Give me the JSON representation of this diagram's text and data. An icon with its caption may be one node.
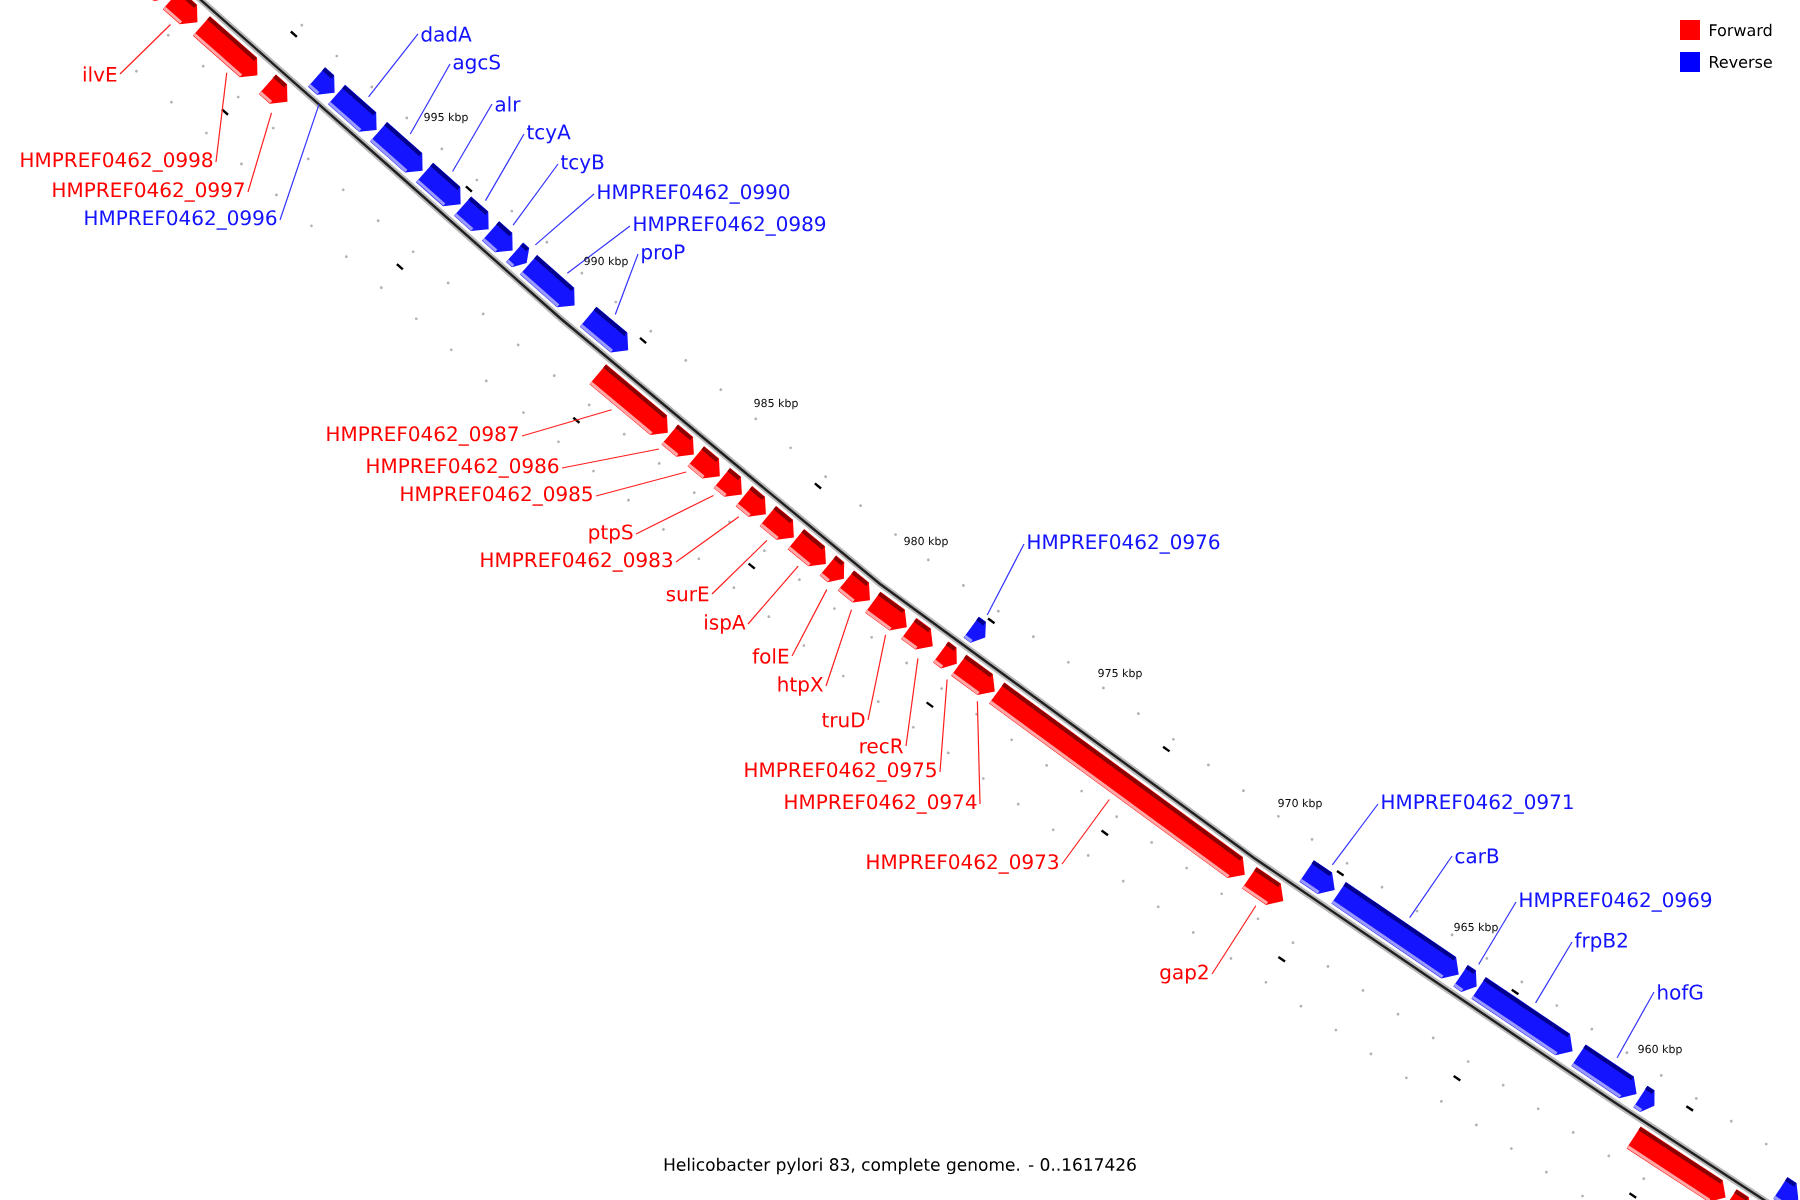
{
  "diagram": {
    "caption": "Helicobacter pylori 83, complete genome. - 0..1617426",
    "nodes": [
      {
        "text": [],
        "shape": "arrow"
      },
      {
        "text": [
          "ilvE"
        ]
      },
      {
        "text": [],
        "shape": "arrow"
      },
      {
        "text": [
          "HMPREF0462_0998"
        ]
      },
      {
        "text": [],
        "shape": "arrow"
      },
      {
        "text": [
          "HMPREF0462_0997"
        ]
      },
      {
        "text": [],
        "shape": "arrow"
      },
      {
        "text": [
          "HMPREF0462_0996"
        ]
      },
      {
        "text": [],
        "shape": "arrow"
      },
      {
        "text": [
          "dadA"
        ]
      },
      {
        "text": [],
        "shape": "arrow"
      },
      {
        "text": [
          "agcS"
        ]
      },
      {
        "text": [],
        "shape": "arrow"
      },
      {
        "text": [
          "alr"
        ]
      },
      {
        "text": [],
        "shape": "arrow"
      },
      {
        "text": [
          "tcyA"
        ]
      },
      {
        "text": [],
        "shape": "arrow"
      },
      {
        "text": [
          "tcyB"
        ]
      },
      {
        "text": [],
        "shape": "arrow"
      },
      {
        "text": [
          "HMPREF0462_0990"
        ]
      },
      {
        "text": [],
        "shape": "arrow"
      },
      {
        "text": [
          "HMPREF0462_0989"
        ]
      },
      {
        "text": [],
        "shape": "arrow"
      },
      {
        "text": [
          "proP"
        ]
      },
      {
        "text": [],
        "shape": "arrow"
      },
      {
        "text": [
          "HMPREF0462_0987"
        ]
      },
      {
        "text": [],
        "shape": "arrow"
      },
      {
        "text": [
          "HMPREF0462_0986"
        ]
      },
      {
        "text": [],
        "shape": "arrow"
      },
      {
        "text": [
          "HMPREF0462_0985"
        ]
      },
      {
        "text": [],
        "shape": "arrow"
      },
      {
        "text": [
          "ptpS"
        ]
      },
      {
        "text": [],
        "shape": "arrow"
      },
      {
        "text": [
          "HMPREF0462_0983"
        ]
      },
      {
        "text": [],
        "shape": "arrow"
      },
      {
        "text": [
          "surE"
        ]
      },
      {
        "text": [],
        "shape": "arrow"
      },
      {
        "text": [
          "ispA"
        ]
      },
      {
        "text": [],
        "shape": "arrow"
      },
      {
        "text": [
          "folE"
        ]
      },
      {
        "text": [],
        "shape": "arrow"
      },
      {
        "text": [
          "htpX"
        ]
      },
      {
        "text": [],
        "shape": "arrow"
      },
      {
        "text": [
          "truD"
        ]
      },
      {
        "text": [],
        "shape": "arrow"
      },
      {
        "text": [
          "recR"
        ]
      },
      {
        "text": [],
        "shape": "arrow"
      },
      {
        "text": [
          "HMPREF0462_0976"
        ]
      },
      {
        "text": [],
        "shape": "arrow"
      },
      {
        "text": [
          "HMPREF0462_0975"
        ]
      },
      {
        "text": [],
        "shape": "arrow"
      },
      {
        "text": [
          "HMPREF0462_0974"
        ]
      },
      {
        "text": [],
        "shape": "arrow"
      },
      {
        "text": [
          "HMPREF0462_0973"
        ]
      },
      {
        "text": [],
        "shape": "arrow"
      },
      {
        "text": [
          "gap2"
        ]
      },
      {
        "text": [],
        "shape": "arrow"
      },
      {
        "text": [
          "HMPREF0462_0971"
        ]
      },
      {
        "text": [],
        "shape": "arrow"
      },
      {
        "text": [
          "carB"
        ]
      },
      {
        "text": [],
        "shape": "arrow"
      },
      {
        "text": [
          "HMPREF0462_0969"
        ]
      },
      {
        "text": [],
        "shape": "arrow"
      },
      {
        "text": [
          "frpB2"
        ]
      },
      {
        "text": [],
        "shape": "arrow"
      },
      {
        "text": [
          "hofG"
        ]
      },
      {
        "text": [],
        "shape": "arrow"
      },
      {
        "text": [],
        "shape": "arrow"
      },
      {
        "text": [],
        "shape": "arrow"
      },
      {
        "text": [],
        "shape": "arrow"
      },
      {
        "text": [],
        "shape": "arrow"
      }
    ],
    "edges": [
      {
        "from": 1,
        "to": 2,
        "arrow": "none"
      },
      {
        "from": 3,
        "to": 4,
        "arrow": "none"
      },
      {
        "from": 5,
        "to": 6,
        "arrow": "none"
      },
      {
        "from": 7,
        "to": 8,
        "arrow": "none",
        "color": "#3333ff"
      },
      {
        "from": 9,
        "to": 10,
        "arrow": "none",
        "color": "#3333ff"
      },
      {
        "from": 11,
        "to": 12,
        "arrow": "none",
        "color": "#3333ff"
      },
      {
        "from": 13,
        "to": 14,
        "arrow": "none",
        "color": "#3333ff"
      },
      {
        "from": 15,
        "to": 16,
        "arrow": "none",
        "color": "#3333ff"
      },
      {
        "from": 17,
        "to": 18,
        "arrow": "none",
        "color": "#3333ff"
      },
      {
        "from": 19,
        "to": 20,
        "arrow": "none",
        "color": "#3333ff"
      },
      {
        "from": 21,
        "to": 22,
        "arrow": "none",
        "color": "#3333ff"
      },
      {
        "from": 23,
        "to": 24,
        "arrow": "none",
        "color": "#3333ff"
      },
      {
        "from": 25,
        "to": 26,
        "arrow": "none"
      },
      {
        "from": 27,
        "to": 28,
        "arrow": "none"
      },
      {
        "from": 29,
        "to": 30,
        "arrow": "none"
      },
      {
        "from": 31,
        "to": 32,
        "arrow": "none"
      },
      {
        "from": 33,
        "to": 34,
        "arrow": "none"
      },
      {
        "from": 35,
        "to": 36,
        "arrow": "none"
      },
      {
        "from": 37,
        "to": 38,
        "arrow": "none"
      },
      {
        "from": 39,
        "to": 40,
        "arrow": "none"
      },
      {
        "from": 41,
        "to": 42,
        "arrow": "none"
      },
      {
        "from": 43,
        "to": 44,
        "arrow": "none"
      },
      {
        "from": 45,
        "to": 46,
        "arrow": "none"
      },
      {
        "from": 47,
        "to": 48,
        "arrow": "none",
        "color": "#3333ff"
      },
      {
        "from": 49,
        "to": 50,
        "arrow": "none"
      },
      {
        "from": 51,
        "to": 52,
        "arrow": "none"
      },
      {
        "from": 53,
        "to": 54,
        "arrow": "none"
      },
      {
        "from": 55,
        "to": 56,
        "arrow": "none"
      },
      {
        "from": 57,
        "to": 58,
        "arrow": "none",
        "color": "#3333ff"
      },
      {
        "from": 59,
        "to": 60,
        "arrow": "none",
        "color": "#3333ff"
      },
      {
        "from": 61,
        "to": 62,
        "arrow": "none",
        "color": "#3333ff"
      },
      {
        "from": 63,
        "to": 64,
        "arrow": "none",
        "color": "#3333ff"
      },
      {
        "from": 65,
        "to": 66,
        "arrow": "none",
        "color": "#3333ff"
      }
    ],
    "labels": [
      "995 kbp",
      "990 kbp",
      "985 kbp",
      "980 kbp",
      "975 kbp",
      "970 kbp",
      "965 kbp",
      "960 kbp"
    ],
    "legend": [
      {
        "text": "Forward",
        "color": "#ff0000"
      },
      {
        "text": "Reverse",
        "color": "#0000ff"
      }
    ]
  }
}
